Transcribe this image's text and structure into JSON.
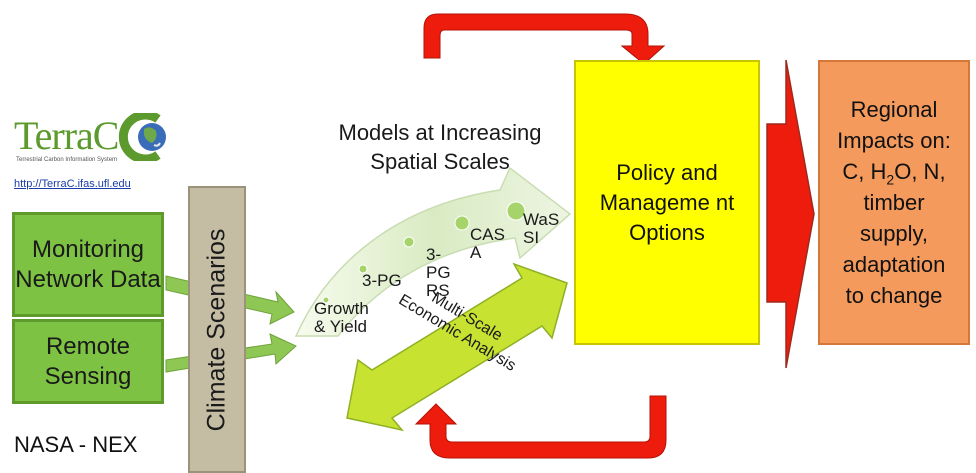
{
  "logo": {
    "name": "TerraC",
    "subtitle": "Terrestrial Carbon Information System",
    "url": "http://TerraC.ifas.ufl.edu"
  },
  "inputs": {
    "monitoring": "Monitoring Network Data",
    "remote_sensing": "Remote Sensing",
    "source": "NASA - NEX"
  },
  "climate_scenarios": "Climate Scenarios",
  "models": {
    "title": "Models at Increasing Spatial Scales",
    "items": [
      "Growth & Yield",
      "3-PG",
      "3-PG RS",
      "CAS A",
      "WaS SI"
    ]
  },
  "economic": "Multi-Scale Economic Analysis",
  "policy": "Policy and Manageme nt Options",
  "regional": {
    "line1": "Regional",
    "line2": "Impacts on:",
    "line3_pre": "C, H",
    "line3_sub": "2",
    "line3_post": "O, N,",
    "line4": "timber",
    "line5": "supply,",
    "line6": "adaptation",
    "line7": "to change"
  },
  "colors": {
    "green": "#7ec243",
    "yellow": "#ffff00",
    "orange": "#f39a5c",
    "red": "#ee1c0c",
    "tan": "#c4bda4"
  }
}
